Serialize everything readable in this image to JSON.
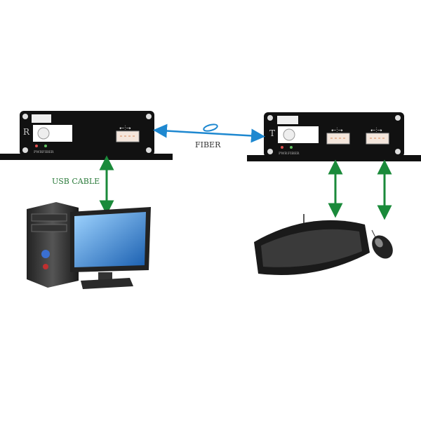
{
  "receiver": {
    "letter": "R",
    "led_labels": [
      "PWR",
      "FIBER"
    ],
    "usb_ports": 1,
    "led_colors": [
      "#e05050",
      "#60c060"
    ]
  },
  "transmitter": {
    "letter": "T",
    "led_labels": [
      "PWR",
      "FIBER"
    ],
    "usb_ports": 2,
    "led_colors": [
      "#e05050",
      "#60c060"
    ]
  },
  "link_labels": {
    "fiber": "FIBER",
    "usb_cable": "USB CABLE"
  },
  "colors": {
    "fiber_arrow": "#1e88d0",
    "usb_arrow": "#1a8a3a",
    "device_body": "#111111"
  },
  "icons": [
    "usb-symbol",
    "fiber-loop",
    "laser-warning-label",
    "computer",
    "monitor",
    "keyboard",
    "mouse"
  ]
}
